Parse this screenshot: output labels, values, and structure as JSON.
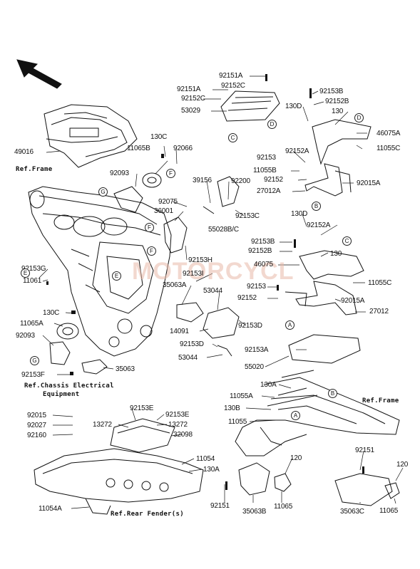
{
  "watermark": "MOTORCYCL",
  "labels": {
    "l92151A_top": "92151A",
    "l92151A_2": "92151A",
    "l92152C_top": "92152C",
    "l92152C_2": "92152C",
    "l53029": "53029",
    "l92153B_top": "92153B",
    "l92152B_top": "92152B",
    "l130D_top": "130D",
    "l130_top": "130",
    "l46075A": "46075A",
    "l11055C_top": "11055C",
    "l92152A_top": "92152A",
    "l92153_top": "92153",
    "l11055B": "11055B",
    "l92152_top": "92152",
    "l92015A_top": "92015A",
    "l27012A": "27012A",
    "l49016": "49016",
    "l130C_top": "130C",
    "l11065B": "11065B",
    "l92066": "92066",
    "l92093_top": "92093",
    "l39156": "39156",
    "l92200": "92200",
    "l92075": "92075",
    "l36001": "36001",
    "l92153C": "92153C",
    "l55028BC": "55028B/C",
    "l130D_mid": "130D",
    "l92152A_mid": "92152A",
    "l92153B_mid": "92153B",
    "l92152B_mid": "92152B",
    "l130_mid": "130",
    "l46075": "46075",
    "l11055C_mid": "11055C",
    "l92153_mid": "92153",
    "l92152_mid": "92152",
    "l92015A_mid": "92015A",
    "l27012": "27012",
    "l92153H": "92153H",
    "l92153I": "92153I",
    "l35063A": "35063A",
    "l53044_top": "53044",
    "l92153D_mid": "92153D",
    "l14091": "14091",
    "l92153D_low": "92153D",
    "l53044_low": "53044",
    "l92153G": "92153G",
    "l11061": "11061",
    "l130C_low": "130C",
    "l11065A": "11065A",
    "l92093_low": "92093",
    "l35063": "35063",
    "l92153F": "92153F",
    "l92153A": "92153A",
    "l55020": "55020",
    "l130A_top": "130A",
    "l11055A": "11055A",
    "l130B": "130B",
    "l11055": "11055",
    "l92015": "92015",
    "l92027": "92027",
    "l92160": "92160",
    "l13272_left": "13272",
    "l92153E_left": "92153E",
    "l92153E_right": "92153E",
    "l13272_right": "13272",
    "l32098": "32098",
    "l11054": "11054",
    "l130A_low": "130A",
    "l120_mid": "120",
    "l92151_right": "92151",
    "l120_right": "120",
    "l11054A": "11054A",
    "l92151_low": "92151",
    "l35063B": "35063B",
    "l11065_mid": "11065",
    "l35063C": "35063C",
    "l11065_right": "11065"
  },
  "refs": {
    "ref_frame_left": "Ref.Frame",
    "ref_frame_right": "Ref.Frame",
    "ref_chassis_1": "Ref.Chassis Electrical",
    "ref_chassis_2": "Equipment",
    "ref_rear_fender": "Ref.Rear Fender(s)"
  },
  "callouts": {
    "c_C1": "C",
    "c_D1": "D",
    "c_D2": "D",
    "c_B1": "B",
    "c_G1": "G",
    "c_F1": "F",
    "c_F2": "F",
    "c_F3": "F",
    "c_E1": "E",
    "c_E2": "E",
    "c_C2": "C",
    "c_A1": "A",
    "c_G2": "G",
    "c_B2": "B",
    "c_A2": "A"
  }
}
